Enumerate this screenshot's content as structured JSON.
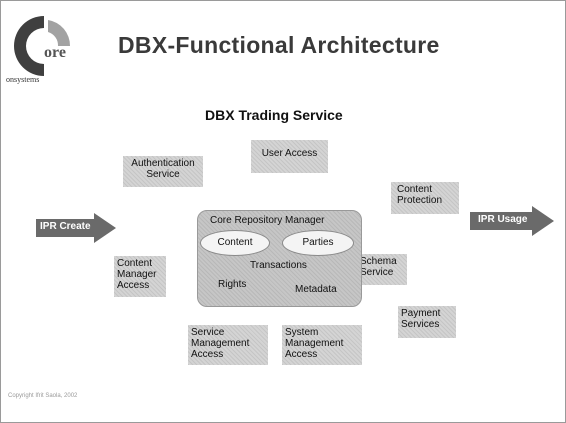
{
  "header": {
    "logo_text": "ore",
    "logo_word": "onsystems",
    "title": "DBX-Functional Architecture"
  },
  "diagram": {
    "subtitle": "DBX Trading Service",
    "boxes": {
      "user_access": "User Access",
      "authentication": [
        "Authentication",
        "Service"
      ],
      "content_protection": [
        "Content",
        "Protection"
      ],
      "content_manager": [
        "Content",
        "Manager",
        "Access"
      ],
      "schema_service": [
        "Schema",
        "Service"
      ],
      "payment_services": [
        "Payment",
        "Services"
      ],
      "service_management": [
        "Service",
        "Management",
        "Access"
      ],
      "system_management": [
        "System",
        "Management",
        "Access"
      ]
    },
    "core": {
      "title": "Core Repository Manager",
      "content": "Content",
      "parties": "Parties",
      "transactions": "Transactions",
      "rights": "Rights",
      "metadata": "Metadata"
    },
    "arrows": {
      "ipr_create": "IPR Create",
      "ipr_usage": "IPR Usage"
    }
  },
  "footer": {
    "text": "Copyright Ifrit Saola, 2002"
  },
  "colors": {
    "box": "#d4d4d4",
    "core": "#c6c6c6",
    "oval": "#f4f4f4",
    "arrow": "#6a6a6a",
    "title": "#3a3a3a"
  }
}
